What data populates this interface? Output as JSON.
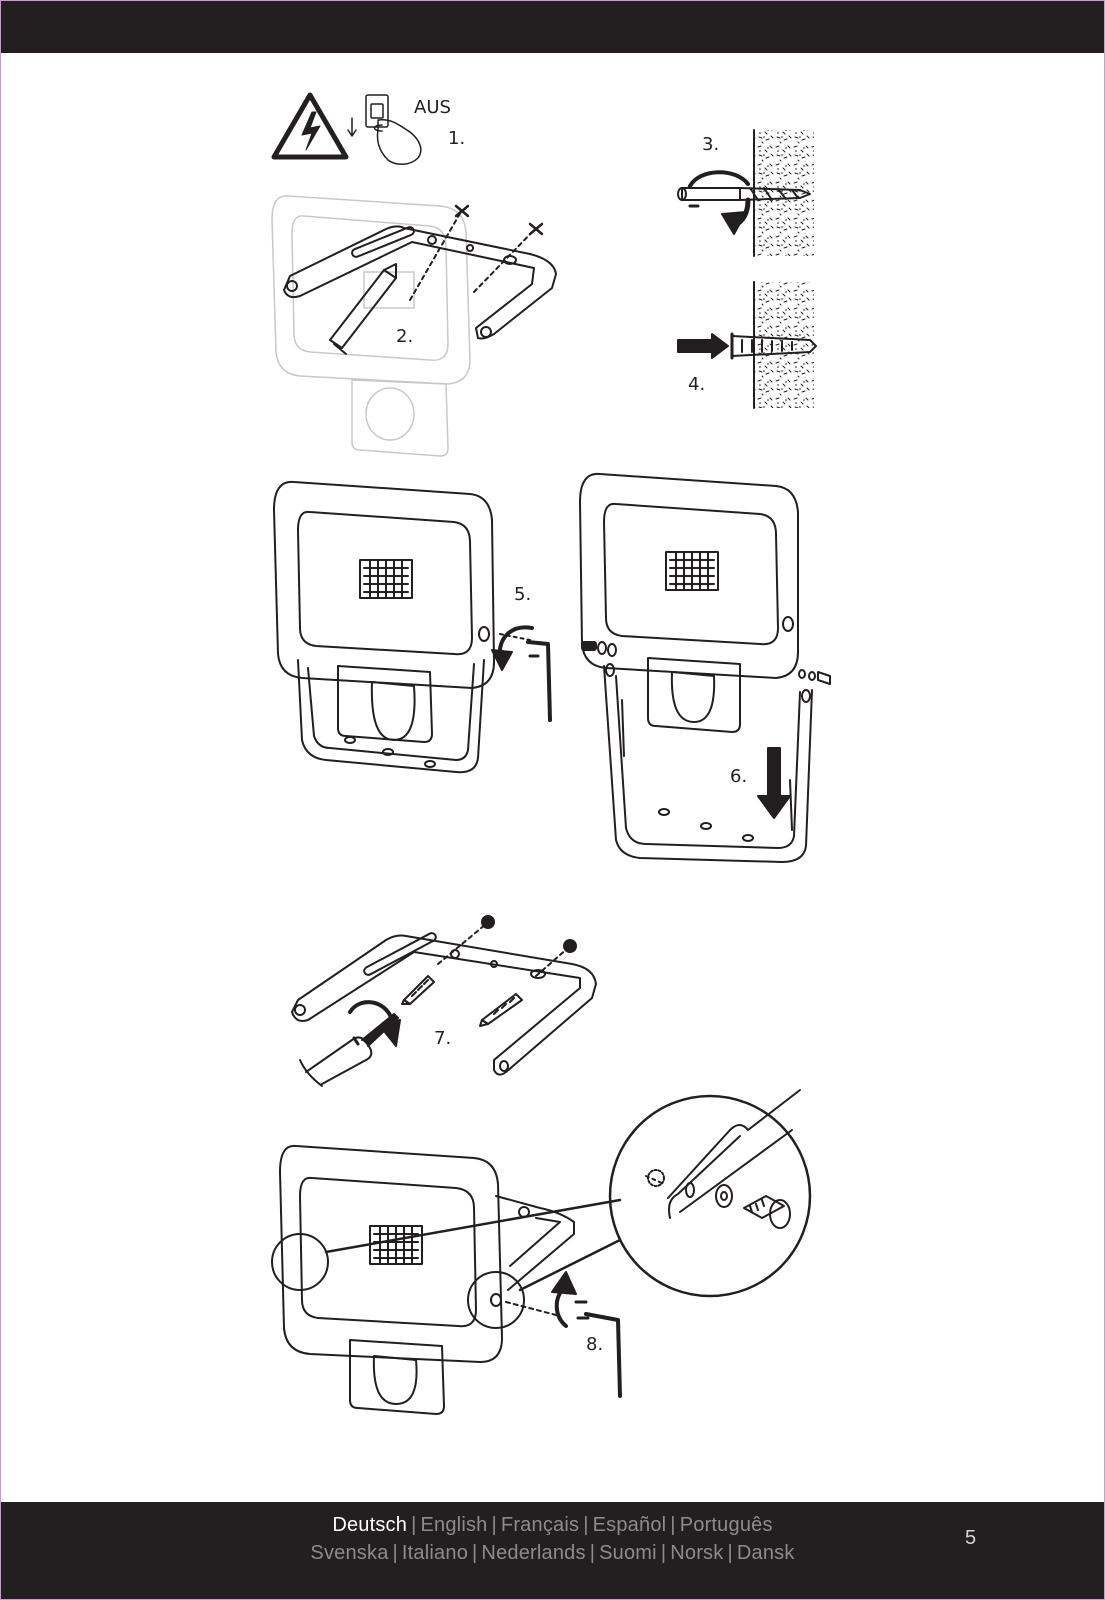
{
  "footer": {
    "languages_line1": [
      {
        "label": "Deutsch",
        "active": true
      },
      {
        "label": "English",
        "active": false
      },
      {
        "label": "Français",
        "active": false
      },
      {
        "label": "Español",
        "active": false
      },
      {
        "label": "Português",
        "active": false
      }
    ],
    "languages_line2": [
      {
        "label": "Svenska",
        "active": false
      },
      {
        "label": "Italiano",
        "active": false
      },
      {
        "label": "Nederlands",
        "active": false
      },
      {
        "label": "Suomi",
        "active": false
      },
      {
        "label": "Norsk",
        "active": false
      },
      {
        "label": "Dansk",
        "active": false
      }
    ],
    "page_number": "5"
  },
  "steps": {
    "power_off": "AUS",
    "s1": "1.",
    "s2": "2.",
    "s3": "3.",
    "s4": "4.",
    "s5": "5.",
    "s6": "6.",
    "s7": "7.",
    "s8": "8."
  },
  "icons": [
    "high-voltage-warning-icon",
    "wall-switch-icon",
    "drill-icon",
    "wall-plug-icon",
    "allen-key-icon",
    "screwdriver-icon",
    "screw-icon"
  ],
  "colors": {
    "bar": "#231f20",
    "active_language": "#ffffff",
    "inactive_language": "#8f8b8c",
    "ink": "#231f20"
  }
}
